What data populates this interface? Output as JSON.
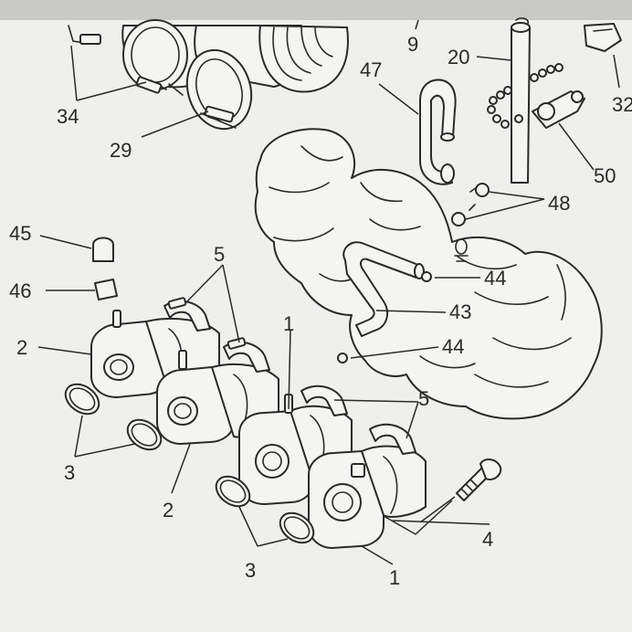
{
  "diagram": {
    "callouts": [
      "34",
      "29",
      "9",
      "20",
      "32",
      "47",
      "50",
      "48",
      "45",
      "44",
      "46",
      "5",
      "43",
      "1",
      "2",
      "3",
      "4"
    ],
    "labels": {
      "l34": "34",
      "l29": "29",
      "l9": "9",
      "l20": "20",
      "l32": "32",
      "l47": "47",
      "l50": "50",
      "l48": "48",
      "l45": "45",
      "l44a": "44",
      "l46": "46",
      "l5a": "5",
      "l43": "43",
      "l1a": "1",
      "l44b": "44",
      "l2a": "2",
      "l5b": "5",
      "l3a": "3",
      "l2b": "2",
      "l3b": "3",
      "l4": "4",
      "l1b": "1"
    }
  }
}
